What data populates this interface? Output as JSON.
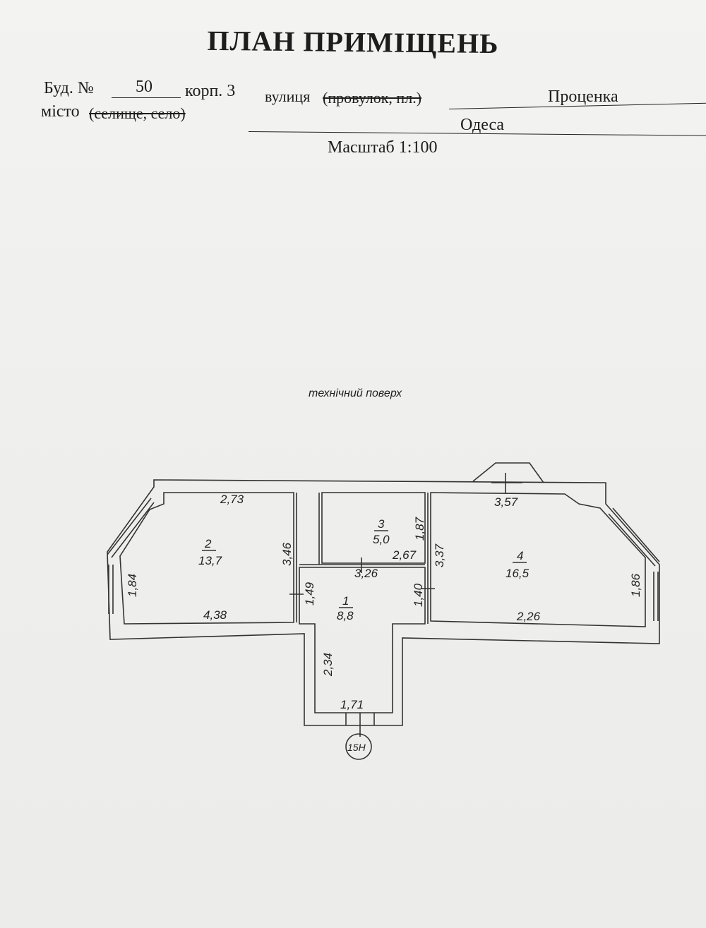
{
  "title": "ПЛАН ПРИМІЩЕНЬ",
  "header": {
    "building_label": "Буд. №",
    "building_number": "50",
    "korpus": "корп. 3",
    "city_label": "місто",
    "city_struck": "(селище, село)",
    "street_label": "вулиця",
    "street_struck": "(провулок, пл.)",
    "street_value": "Проценка",
    "city_value": "Одеса",
    "scale": "Масштаб 1:100"
  },
  "plan": {
    "floor_label": "технічний поверх",
    "rooms": [
      {
        "number": "1",
        "area": "8,8"
      },
      {
        "number": "2",
        "area": "13,7"
      },
      {
        "number": "3",
        "area": "5,0"
      },
      {
        "number": "4",
        "area": "16,5"
      }
    ],
    "dimensions": {
      "r2_top": "2,73",
      "r2_bottom": "4,38",
      "r2_left": "1,84",
      "r2_right": "3,46",
      "r3_right": "1,87",
      "r3_bottom": "2,67",
      "r1_top": "3,26",
      "r1_left": "1,49",
      "r1_right": "1,40",
      "r1_corridor": "2,34",
      "r1_bottom": "1,71",
      "r4_top": "3,57",
      "r4_left": "3,37",
      "r4_right": "1,86",
      "r4_bottom": "2,26"
    },
    "apartment_tag": "15Н"
  }
}
